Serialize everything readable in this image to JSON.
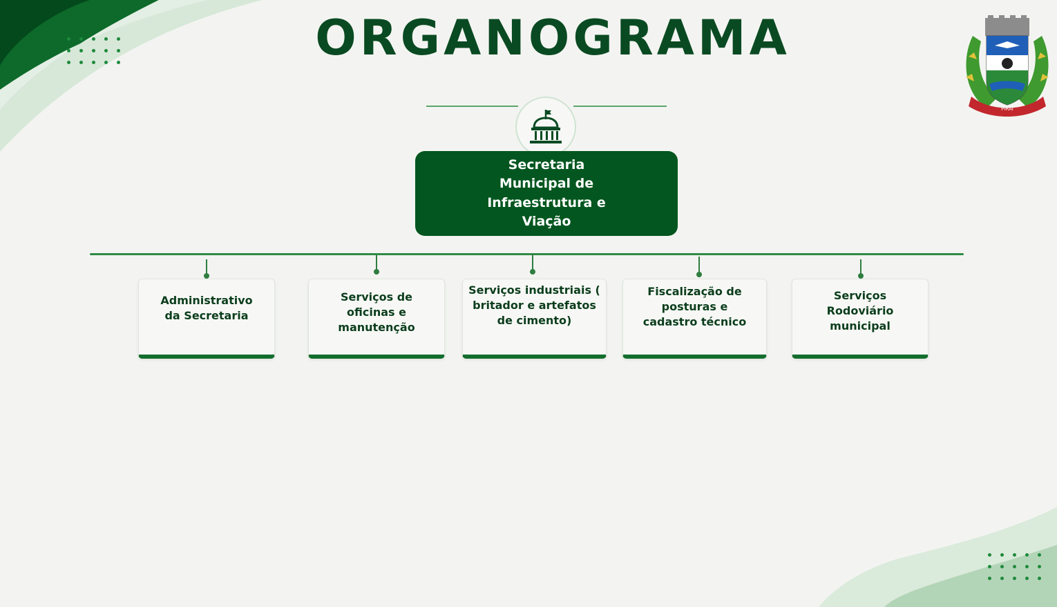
{
  "title": "ORGANOGRAMA",
  "root": {
    "label": "Secretaria Municipal de Infraestrutura e Viação",
    "icon": "government-building-icon"
  },
  "children": [
    {
      "label": "Administrativo da Secretaria"
    },
    {
      "label": "Serviços de oficinas e manutenção"
    },
    {
      "label": "Serviços industriais ( britador e artefatos de cimento)"
    },
    {
      "label": "Fiscalização de posturas e cadastro técnico"
    },
    {
      "label": "Serviços Rodoviário municipal"
    }
  ],
  "colors": {
    "dark_green": "#03561f",
    "title_green": "#0a4a22",
    "accent_green": "#1e8a3c",
    "background": "#f3f4f1"
  }
}
